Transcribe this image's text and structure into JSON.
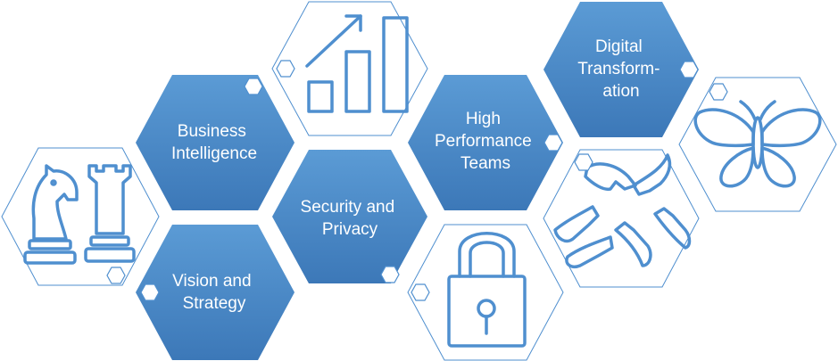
{
  "colors": {
    "hex_fill_top": "#5b9bd5",
    "hex_fill_bottom": "#3c78b8",
    "outline": "#4f8fcf"
  },
  "tiles": [
    {
      "id": "business-intelligence",
      "lines": [
        "Business",
        "Intelligence"
      ]
    },
    {
      "id": "vision-and-strategy",
      "lines": [
        "Vision and",
        "Strategy"
      ]
    },
    {
      "id": "security-and-privacy",
      "lines": [
        "Security and",
        "Privacy"
      ]
    },
    {
      "id": "high-performance-teams",
      "lines": [
        "High",
        "Performance",
        "Teams"
      ]
    },
    {
      "id": "digital-transformation",
      "lines": [
        "Digital",
        "Transform-",
        "ation"
      ]
    }
  ],
  "icons": [
    "chess-icon",
    "growth-chart-icon",
    "padlock-icon",
    "hands-icon",
    "butterfly-icon"
  ]
}
